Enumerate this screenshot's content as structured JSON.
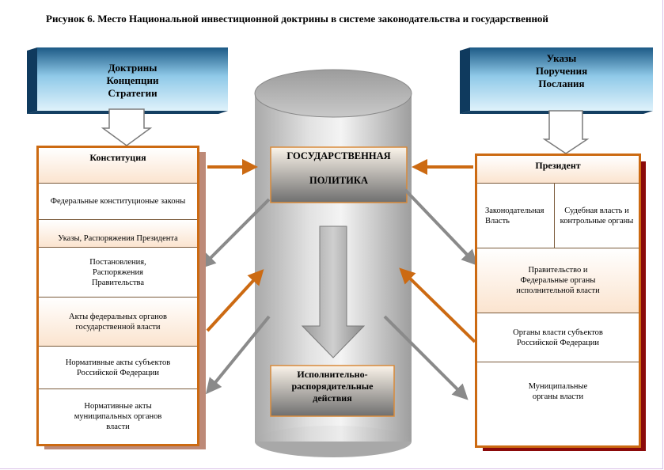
{
  "title": "Рисунок 6. Место Национальной инвестиционной доктрины в системе законодательства и государственной",
  "top_left": {
    "lines": [
      "Доктрины",
      "Концепции",
      "Стратегии"
    ]
  },
  "top_right": {
    "lines": [
      "Указы",
      "Поручения",
      "Послания"
    ]
  },
  "center": {
    "top_label": [
      "ГОСУДАРСТВЕННАЯ",
      "ПОЛИТИКА"
    ],
    "bottom_label": [
      "Исполнительно-",
      "распорядительные",
      "действия"
    ]
  },
  "left_panel": {
    "rows": [
      "Конституция",
      "Федеральные конституционые законы",
      "Указы, Распоряжения Президента",
      "Постановления, Распоряжения Правительства",
      "Акты федеральных органов государственной власти",
      "Нормативные акты субъектов Российской Федерации",
      "Нормативные акты муниципальных органов власти"
    ]
  },
  "right_panel": {
    "header": "Президент",
    "split_left": "Законодательная Власть",
    "split_right": "Судебная власть и контрольные органы",
    "rows": [
      "Правительство и Федеральные органы исполнительной власти",
      "Органы власти субъектов Российской Федерации",
      "Муниципальные органы власти"
    ]
  },
  "colors": {
    "orange": "#cc6a12",
    "gray_arrow": "#8a8a8a",
    "blue_dark": "#17476e",
    "blue_light": "#c9e7f6"
  }
}
